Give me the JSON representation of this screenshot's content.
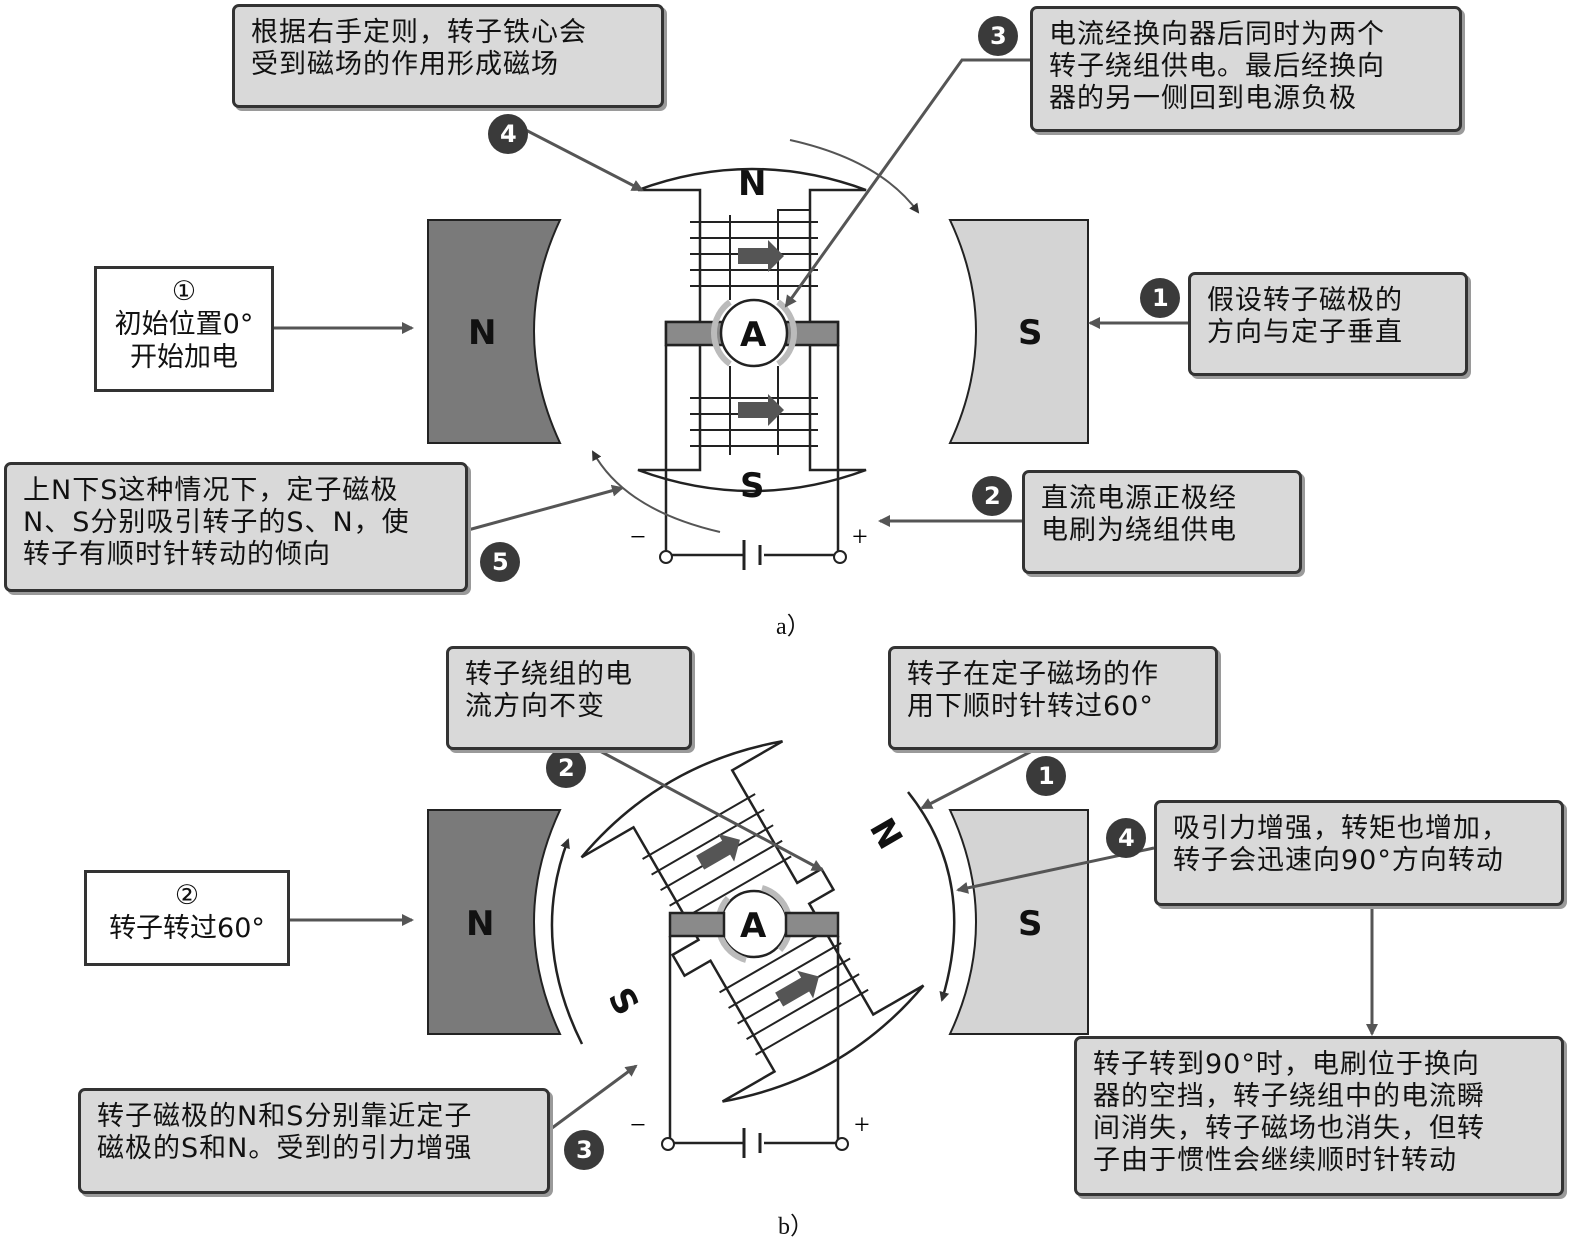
{
  "panel_a": {
    "caption": "a）",
    "stator_left_label": "N",
    "stator_right_label": "S",
    "rotor_top_label": "N",
    "rotor_bottom_label": "S",
    "commutator_label": "A",
    "minus_label": "−",
    "plus_label": "+",
    "box_initial": "①\n初始位置0°\n开始加电",
    "callouts": [
      {
        "num": "1",
        "text": "假设转子磁极的\n方向与定子垂直"
      },
      {
        "num": "2",
        "text": "直流电源正极经\n电刷为绕组供电"
      },
      {
        "num": "3",
        "text": "电流经换向器后同时为两个\n转子绕组供电。最后经换向\n器的另一侧回到电源负极"
      },
      {
        "num": "4",
        "text": "根据右手定则，转子铁心会\n受到磁场的作用形成磁场"
      },
      {
        "num": "5",
        "text": "上N下S这种情况下，定子磁极\nN、S分别吸引转子的S、N，使\n转子有顺时针转动的倾向"
      }
    ]
  },
  "panel_b": {
    "caption": "b）",
    "stator_left_label": "N",
    "stator_right_label": "S",
    "rotor_n_label": "N",
    "rotor_s_label": "S",
    "commutator_label": "A",
    "minus_label": "−",
    "plus_label": "+",
    "box_rotated": "②\n转子转过60°",
    "callouts": [
      {
        "num": "1",
        "text": "转子在定子磁场的作\n用下顺时针转过60°"
      },
      {
        "num": "2",
        "text": "转子绕组的电\n流方向不变"
      },
      {
        "num": "3",
        "text": "转子磁极的N和S分别靠近定子\n磁极的S和N。受到的引力增强"
      },
      {
        "num": "4",
        "text": "吸引力增强，转矩也增加，\n转子会迅速向90°方向转动"
      }
    ],
    "box_result": "转子转到90°时，电刷位于换向\n器的空挡，转子绕组中的电流瞬\n间消失，转子磁场也消失，但转\n子由于惯性会继续顺时针转动"
  },
  "colors": {
    "stator_dark": "#7a7a7a",
    "stator_light": "#d4d4d4",
    "box_fill": "#d9d9d9",
    "badge": "#3a3a3a",
    "line": "#555555"
  }
}
